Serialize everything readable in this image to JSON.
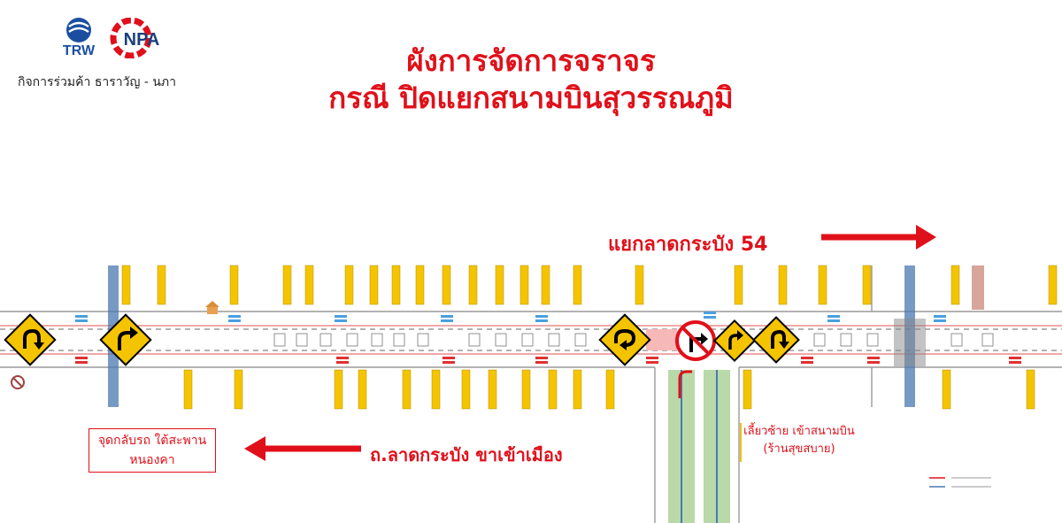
{
  "header": {
    "logos": [
      "TRW",
      "NPA"
    ],
    "company": "กิจการร่วมค้า ธาราวัญ - นภา",
    "title_line1": "ผังการจัดการจราจร",
    "title_line2": "กรณี ปิดแยกสนามบินสุวรรณภูมิ"
  },
  "annotations": {
    "junction_label": "แยกลาดกระบัง 54",
    "road_label": "ถ.ลาดกระบัง ขาเข้าเมือง",
    "uturn_box": [
      "จุดกลับรถ ใต้สะพาน",
      "หนองคา"
    ],
    "left_turn_box": [
      "เลี้ยวซ้าย เข้าสนามบิน",
      "(ร้านสุขสบาย)"
    ]
  },
  "colors": {
    "title_red": "#e0101a",
    "sign_yellow": "#f5c400",
    "pillar_blue": "#4a78b0",
    "green_lane": "#b9d9a8",
    "road_line": "#999999"
  },
  "signs": [
    "u-turn-sign",
    "turn-right-sign",
    "u-turn-sign",
    "no-right-turn-sign",
    "turn-right-sign",
    "u-turn-sign"
  ]
}
